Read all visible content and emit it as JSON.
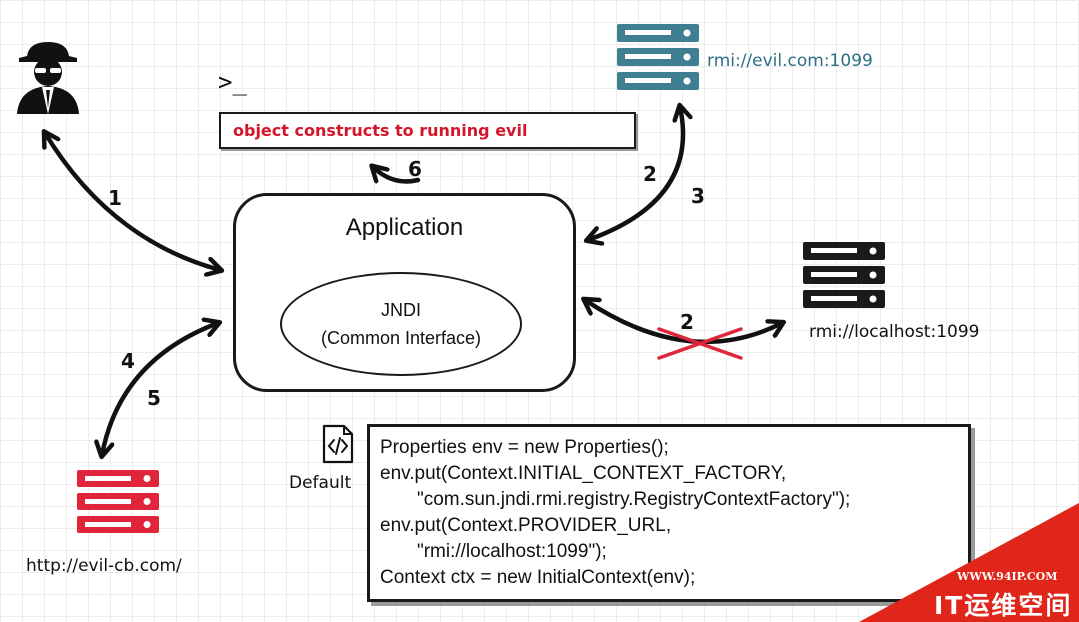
{
  "app_box": {
    "title": "Application",
    "jndi_line1": "JNDI",
    "jndi_line2": "(Common Interface)"
  },
  "terminal": {
    "prompt": ">_",
    "message": "object constructs to running evil"
  },
  "servers": {
    "evil_rmi": {
      "label": "rmi://evil.com:1099",
      "color": "#3f7f93"
    },
    "local_rmi": {
      "label": "rmi://localhost:1099",
      "color": "#1a1a1a"
    },
    "evil_http": {
      "label": "http://evil-cb.com/",
      "color": "#e0253a"
    }
  },
  "steps": [
    "1",
    "2",
    "3",
    "2",
    "4",
    "5",
    "6"
  ],
  "default_label": "Default",
  "code_lines": [
    "Properties env = new Properties();",
    "env.put(Context.INITIAL_CONTEXT_FACTORY,",
    "       \"com.sun.jndi.rmi.registry.RegistryContextFactory\");",
    "env.put(Context.PROVIDER_URL,",
    "       \"rmi://localhost:1099\");",
    "Context ctx = new InitialContext(env);"
  ],
  "watermark": {
    "url": "WWW.94IP.COM",
    "text": "IT运维空间"
  }
}
